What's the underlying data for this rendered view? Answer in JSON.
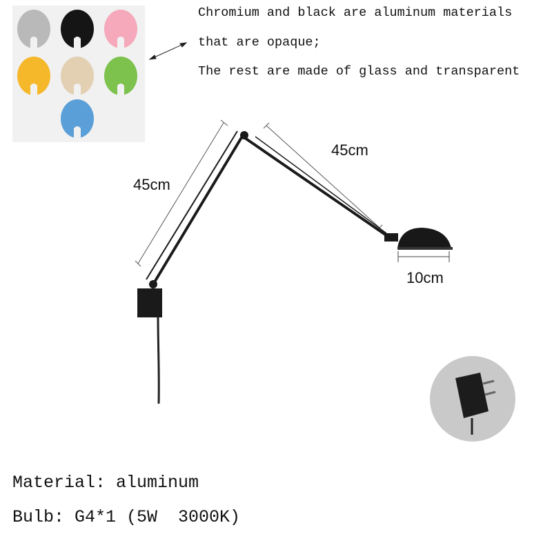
{
  "color_options": [
    {
      "name": "chromium",
      "color": "#b9b9b9"
    },
    {
      "name": "black",
      "color": "#151515"
    },
    {
      "name": "pink",
      "color": "#f5a9ba"
    },
    {
      "name": "yellow",
      "color": "#f6b82b"
    },
    {
      "name": "beige",
      "color": "#e3d0b3"
    },
    {
      "name": "green",
      "color": "#7dc24d"
    },
    {
      "name": "blue",
      "color": "#5a9fd8"
    }
  ],
  "notes": {
    "line1": "Chromium and black are aluminum materials",
    "line2": "that are opaque;",
    "line3": "The rest are made of glass and transparent"
  },
  "dimensions": {
    "lower_arm": "45cm",
    "upper_arm": "45cm",
    "shade": "10cm"
  },
  "specs": {
    "material": "Material: aluminum",
    "bulb": "Bulb: G4*1 (5W  3000K)"
  }
}
